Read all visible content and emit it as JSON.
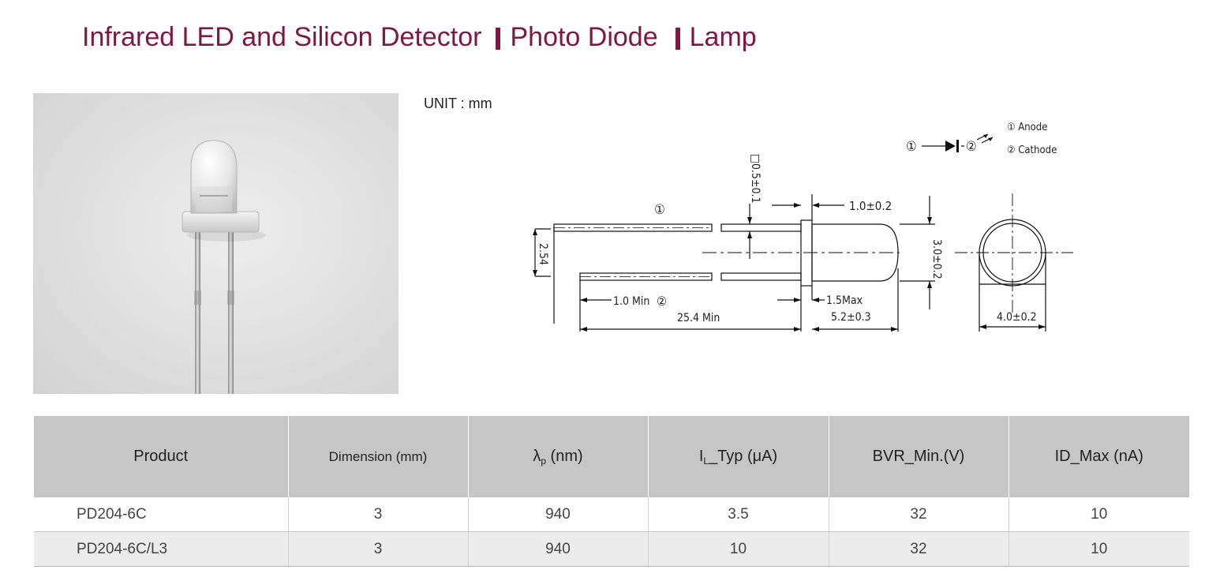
{
  "header": {
    "title_part1": "Infrared LED and Silicon Detector",
    "title_part2": "Photo Diode",
    "title_part3": "Lamp"
  },
  "photo": {
    "icon": "photodiode-lamp-photo"
  },
  "drawing": {
    "unit": "UNIT : mm",
    "legend": {
      "pin1": "① Anode",
      "pin2": "② Cathode"
    },
    "symbol_pin1": "①",
    "symbol_pin2": "②",
    "dims": {
      "lead_square": "□0.5±0.1",
      "flange": "1.0±0.2",
      "body_dia": "3.0±0.2",
      "pitch": "2.54",
      "lead_min": "1.0 Min",
      "lead_len": "25.4 Min",
      "flange_max": "1.5Max",
      "body_len": "5.2±0.3",
      "outer_dia": "4.0±0.2",
      "lead_label_1": "①",
      "lead_label_2": "②"
    }
  },
  "table": {
    "headers": {
      "product": "Product",
      "dimension": "Dimension (mm)",
      "lambda_main": "λ",
      "lambda_sub": "p",
      "lambda_unit": " (nm)",
      "il_main": "I",
      "il_sub": "L",
      "il_unit": "_Typ (μA)",
      "bvr": "BVR_Min.(V)",
      "id": "ID_Max (nA)"
    },
    "rows": [
      {
        "product": "PD204-6C",
        "dimension": "3",
        "lambda": "940",
        "il": "3.5",
        "bvr": "32",
        "id": "10"
      },
      {
        "product": "PD204-6C/L3",
        "dimension": "3",
        "lambda": "940",
        "il": "10",
        "bvr": "32",
        "id": "10"
      }
    ]
  }
}
